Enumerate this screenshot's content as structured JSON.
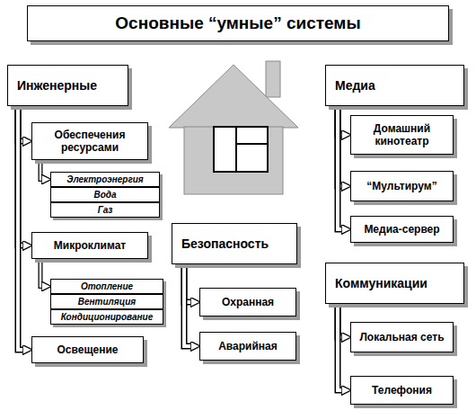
{
  "diagram": {
    "title": "Основные “умные” системы",
    "nodes": [
      {
        "text": [
          "Инженерные"
        ]
      },
      {
        "text": [
          "Обеспечения ресурсами"
        ]
      },
      {
        "text": [
          "Электроэнергия"
        ]
      },
      {
        "text": [
          "Вода"
        ]
      },
      {
        "text": [
          "Газ"
        ]
      },
      {
        "text": [
          "Микроклимат"
        ]
      },
      {
        "text": [
          "Отопление"
        ]
      },
      {
        "text": [
          "Вентиляция"
        ]
      },
      {
        "text": [
          "Кондиционирование"
        ]
      },
      {
        "text": [
          "Освещение"
        ]
      },
      {
        "text": [
          "Безопасность"
        ]
      },
      {
        "text": [
          "Охранная"
        ]
      },
      {
        "text": [
          "Аварийная"
        ]
      },
      {
        "text": [
          "Медиа"
        ]
      },
      {
        "text": [
          "Домашний кинотеатр"
        ]
      },
      {
        "text": [
          "“Мультирум”"
        ]
      },
      {
        "text": [
          "Медиа-сервер"
        ]
      },
      {
        "text": [
          "Коммуникации"
        ]
      },
      {
        "text": [
          "Локальная сеть"
        ]
      },
      {
        "text": [
          "Телефония"
        ]
      }
    ],
    "edges": [
      {
        "from": 0,
        "to": 1,
        "arrow": "to"
      },
      {
        "from": 0,
        "to": 5,
        "arrow": "to"
      },
      {
        "from": 0,
        "to": 9,
        "arrow": "to"
      },
      {
        "from": 1,
        "to": 2,
        "arrow": "to"
      },
      {
        "from": 5,
        "to": 6,
        "arrow": "to"
      },
      {
        "from": 10,
        "to": 11,
        "arrow": "to"
      },
      {
        "from": 10,
        "to": 12,
        "arrow": "to"
      },
      {
        "from": 13,
        "to": 14,
        "arrow": "to"
      },
      {
        "from": 13,
        "to": 15,
        "arrow": "to"
      },
      {
        "from": 13,
        "to": 16,
        "arrow": "to"
      },
      {
        "from": 17,
        "to": 18,
        "arrow": "to"
      },
      {
        "from": 17,
        "to": 19,
        "arrow": "to"
      }
    ]
  }
}
